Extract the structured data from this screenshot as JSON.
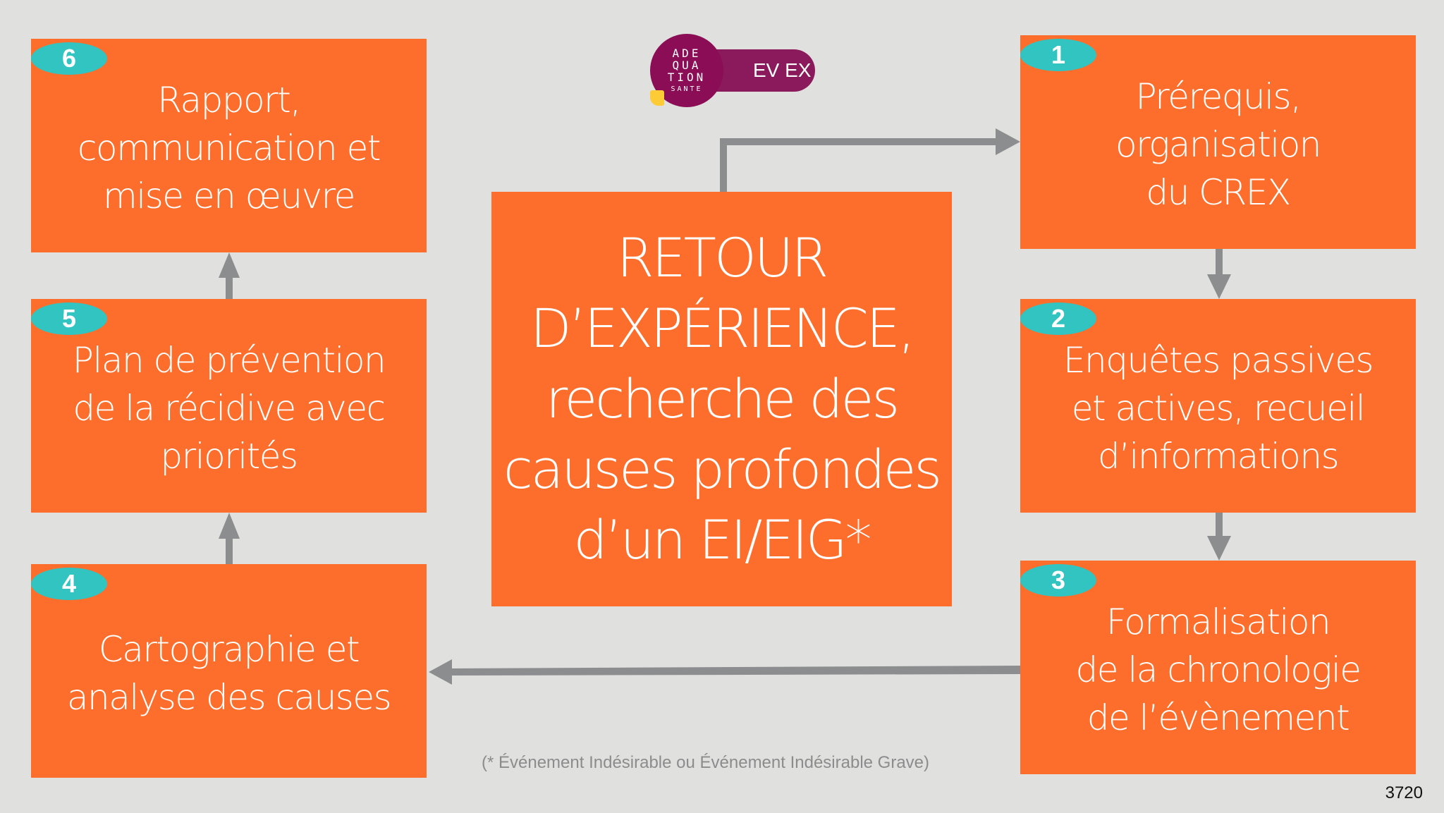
{
  "logo": {
    "brand_lines": [
      "ADE",
      "QUA",
      "TION"
    ],
    "brand_sub": "SANTE",
    "tag": "EV EX"
  },
  "center": {
    "text": "RETOUR\nD’EXPÉRIENCE,\nrecherche des\ncauses profondes\nd’un EI/EIG*"
  },
  "steps": [
    {
      "number": "1",
      "text": "Prérequis,\norganisation\ndu CREX"
    },
    {
      "number": "2",
      "text": "Enquêtes passives\net actives, recueil\nd’informations"
    },
    {
      "number": "3",
      "text": "Formalisation\nde la chronologie\nde l’évènement"
    },
    {
      "number": "4",
      "text": "Cartographie et\nanalyse des causes"
    },
    {
      "number": "5",
      "text": "Plan de prévention\nde la récidive avec\npriorités"
    },
    {
      "number": "6",
      "text": "Rapport,\ncommunication et\nmise en œuvre"
    }
  ],
  "footnote": "(* Événement Indésirable ou Événement Indésirable Grave)",
  "page_number": "3720",
  "colors": {
    "background": "#e0e0de",
    "box": "#fd6d2b",
    "badge": "#31c4c0",
    "arrow": "#8c8d8f",
    "logo": "#8a0d55",
    "logo_accent": "#fccb36"
  }
}
